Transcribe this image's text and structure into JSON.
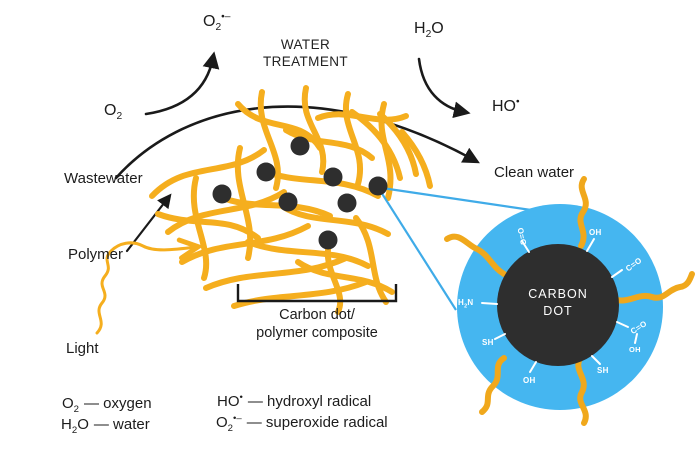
{
  "labels": {
    "superoxide_top": {
      "base": "O",
      "sub": "2",
      "sup": "•–"
    },
    "water_treatment": {
      "line1": "WATER",
      "line2": "TREATMENT"
    },
    "h2o_top": {
      "part1": "H",
      "sub": "2",
      "part2": "O"
    },
    "hydroxyl_top": {
      "base": "HO",
      "sup": "•"
    },
    "oxygen_left": {
      "base": "O",
      "sub": "2"
    },
    "wastewater": "Wastewater",
    "clean_water": "Clean water",
    "polymer": "Polymer",
    "light": "Light"
  },
  "bracket_caption": {
    "line1": "Carbon dot/",
    "line2": "polymer composite"
  },
  "carbon_dot": {
    "title_line1": "CARBON",
    "title_line2": "DOT",
    "groups": {
      "carbonyl_top_left": "O=C",
      "hydroxyl_top": "OH",
      "carbonyl_upper_right": "C=O",
      "carboxyl_co": "C=O",
      "carboxyl_oh": "OH",
      "thiol_lower_right": "SH",
      "hydroxyl_bottom": "OH",
      "thiol_lower_left": "SH",
      "amine": {
        "part1": "H",
        "sub": "2",
        "part2": "N"
      }
    }
  },
  "legend": {
    "oxygen": {
      "base": "O",
      "sub": "2",
      "desc": "— oxygen"
    },
    "water": {
      "part1": "H",
      "sub": "2",
      "part2": "O",
      "desc": "— water"
    },
    "hydroxyl": {
      "base": "HO",
      "sup": "•",
      "desc": "— hydroxyl radical"
    },
    "superoxide": {
      "base": "O",
      "sub": "2",
      "sup": "•–",
      "desc": "— superoxide radical"
    }
  },
  "colors": {
    "polymer_yellow": "#F5AE1E",
    "shell_blue": "#45B6F0",
    "carbon_black": "#2E2E2E",
    "magnifier_blue": "#3FABE8",
    "ink": "#1A1A1A"
  }
}
